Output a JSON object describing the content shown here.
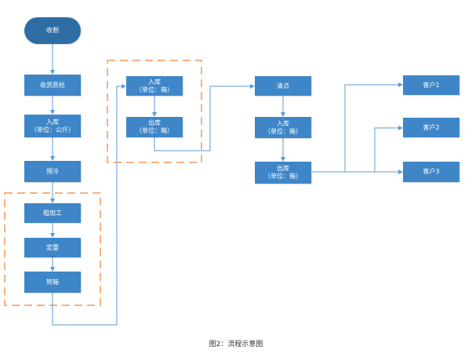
{
  "diagram": {
    "caption": "图2：流程示意图",
    "nodes": {
      "start": {
        "line1": "收割"
      },
      "receive_inspect": {
        "line1": "收货质检"
      },
      "inbound_kg": {
        "line1": "入库",
        "line2": "（单位：公斤）"
      },
      "precool": {
        "line1": "预冷"
      },
      "rough_process": {
        "line1": "粗加工"
      },
      "fix_weight": {
        "line1": "定重"
      },
      "to_box": {
        "line1": "转箱"
      },
      "inbound_box_a": {
        "line1": "入库",
        "line2": "（单位：箱）"
      },
      "outbound_box_a": {
        "line1": "出库",
        "line2": "（单位：箱）"
      },
      "inventory": {
        "line1": "清点"
      },
      "inbound_box_b": {
        "line1": "入库",
        "line2": "（单位：箱）"
      },
      "outbound_box_b": {
        "line1": "出库",
        "line2": "（单位：箱）"
      },
      "customer1": {
        "line1": "客户1"
      },
      "customer2": {
        "line1": "客户2"
      },
      "customer3": {
        "line1": "客户3"
      }
    },
    "colors": {
      "node_fill": "#3f86c8",
      "start_fill": "#2e6da4",
      "connector": "#5b9bd5",
      "group_border": "#f4b183"
    }
  }
}
